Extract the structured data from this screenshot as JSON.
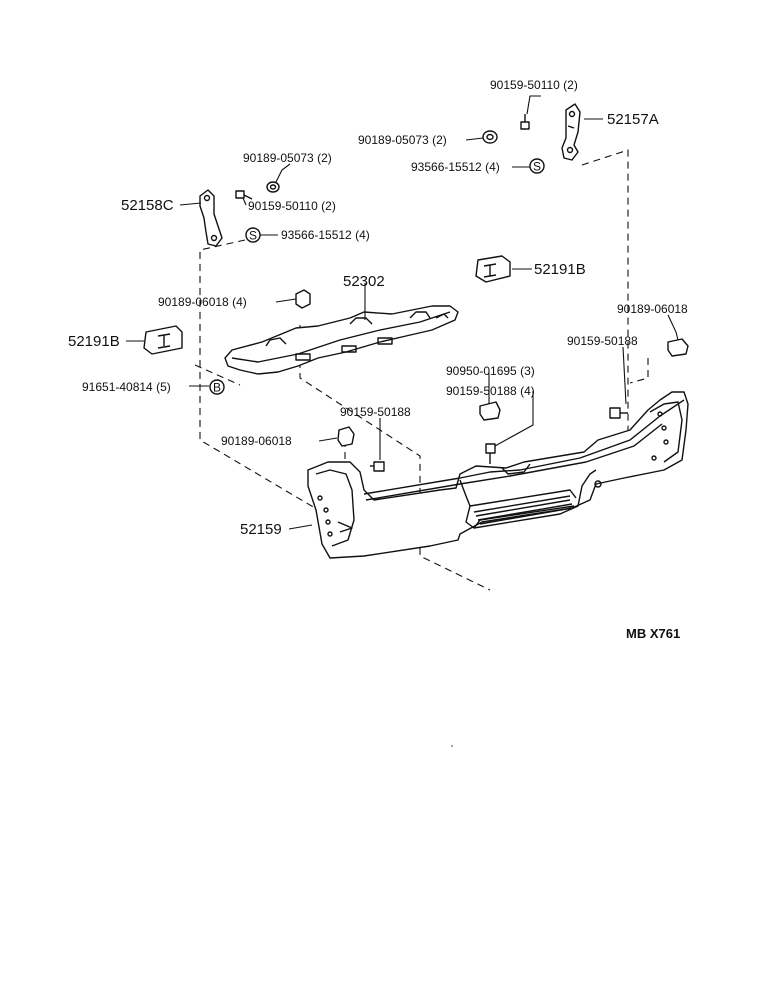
{
  "labels": {
    "l1": "90159-50110 (2)",
    "l2": "52157A",
    "l3": "90189-05073 (2)",
    "l4": "93566-15512 (4)",
    "l5": "90189-05073 (2)",
    "l6": "52158C",
    "l7": "90159-50110 (2)",
    "l8": "93566-15512 (4)",
    "l9": "52191B",
    "l10": "52302",
    "l11": "90189-06018 (4)",
    "l12": "52191B",
    "l13": "90189-06018",
    "l14": "90159-50188",
    "l15": "91651-40814 (5)",
    "l16": "90950-01695 (3)",
    "l17": "90159-50188 (4)",
    "l18": "90159-50188",
    "l19": "90189-06018",
    "l20": "52159"
  },
  "symbols": {
    "s_mark": "S",
    "b_mark": "B"
  },
  "reference_code": "MB X761"
}
